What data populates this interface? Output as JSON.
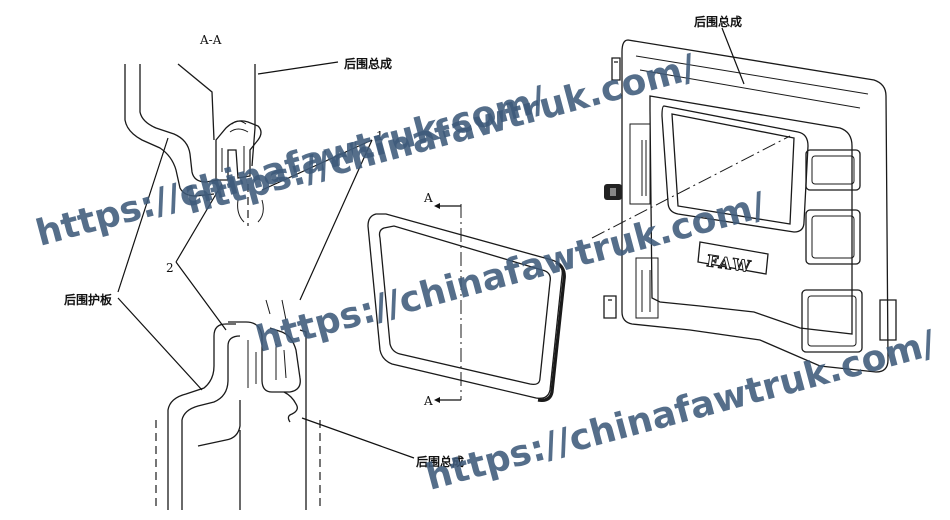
{
  "section_view": {
    "title": "A-A",
    "callout_1": "1",
    "callout_2": "2",
    "label_rear_wall_top": "后围总成",
    "label_rear_panel": "后围护板",
    "label_rear_wall_bottom": "后围总成"
  },
  "window_part": {
    "section_mark_top": "A",
    "section_mark_bottom": "A"
  },
  "cab_rear": {
    "label_rear_wall": "后围总成",
    "logo_text": "FAW"
  },
  "watermarks": [
    "https://chinafawtruk.com/",
    "https://chinafawtruk.com/",
    "https://chinafawtruk.com/",
    "https://chinafawtruk.com/"
  ]
}
